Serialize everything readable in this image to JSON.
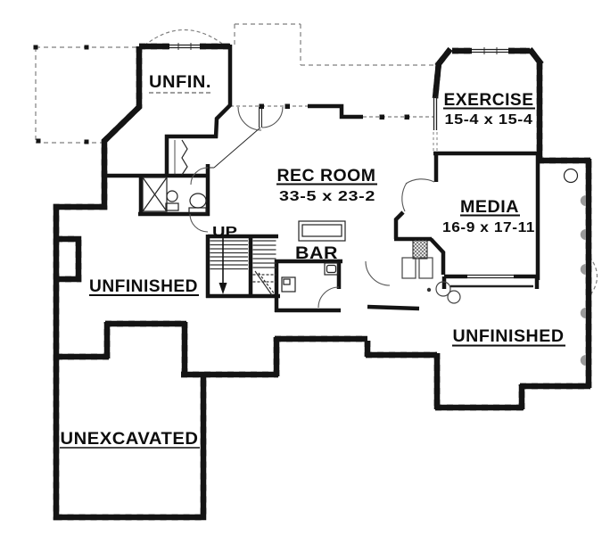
{
  "plan": {
    "type": "basement floor plan drawing",
    "rooms": [
      {
        "id": "unfin-top",
        "label": "UNFIN.",
        "dimensions": ""
      },
      {
        "id": "exercise",
        "label": "EXERCISE",
        "dimensions": "15-4 x 15-4"
      },
      {
        "id": "rec-room",
        "label": "REC ROOM",
        "dimensions": "33-5 x 23-2"
      },
      {
        "id": "media",
        "label": "MEDIA",
        "dimensions": "16-9 x 17-11"
      },
      {
        "id": "bar",
        "label": "BAR",
        "dimensions": ""
      },
      {
        "id": "unfinished-left",
        "label": "UNFINISHED",
        "dimensions": ""
      },
      {
        "id": "unfinished-right",
        "label": "UNFINISHED",
        "dimensions": ""
      },
      {
        "id": "unexcavated",
        "label": "UNEXCAVATED",
        "dimensions": ""
      }
    ],
    "stairs": {
      "label": "UP"
    },
    "colors": {
      "wall": "#141414",
      "wall_hatch": "#8f8f8f",
      "dashed_line": "#7f7f7f",
      "background": "#ffffff",
      "thin_line": "#222222",
      "door_arc": "#555555"
    }
  }
}
